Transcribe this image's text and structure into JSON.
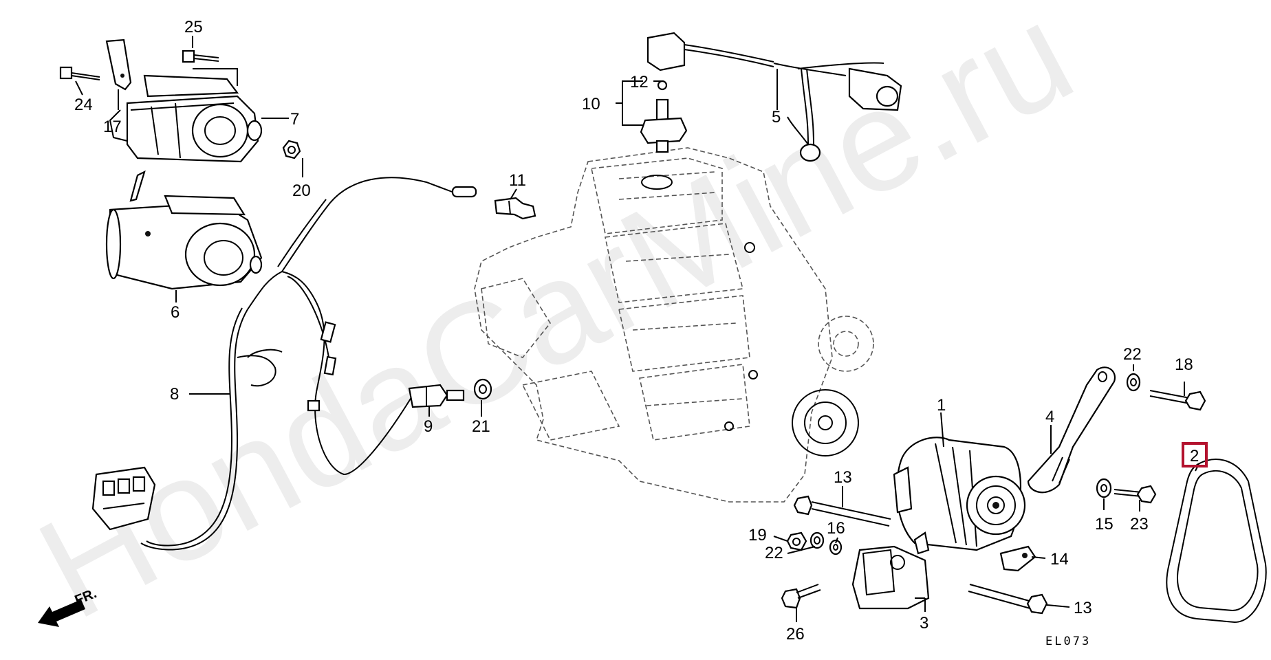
{
  "watermark": "HondaCarMine.ru",
  "diagram_code": "EL073",
  "direction_label": "FR.",
  "highlighted_callout": "2",
  "callouts": {
    "c1": "1",
    "c2": "2",
    "c3": "3",
    "c4": "4",
    "c5": "5",
    "c6": "6",
    "c7": "7",
    "c8": "8",
    "c9": "9",
    "c10": "10",
    "c11": "11",
    "c12": "12",
    "c13a": "13",
    "c13b": "13",
    "c14": "14",
    "c15": "15",
    "c16": "16",
    "c17": "17",
    "c18": "18",
    "c19": "19",
    "c20": "20",
    "c21": "21",
    "c22a": "22",
    "c22b": "22",
    "c23": "23",
    "c24": "24",
    "c25": "25",
    "c26": "26"
  },
  "colors": {
    "highlight": "#b3122e",
    "line": "#000000"
  }
}
